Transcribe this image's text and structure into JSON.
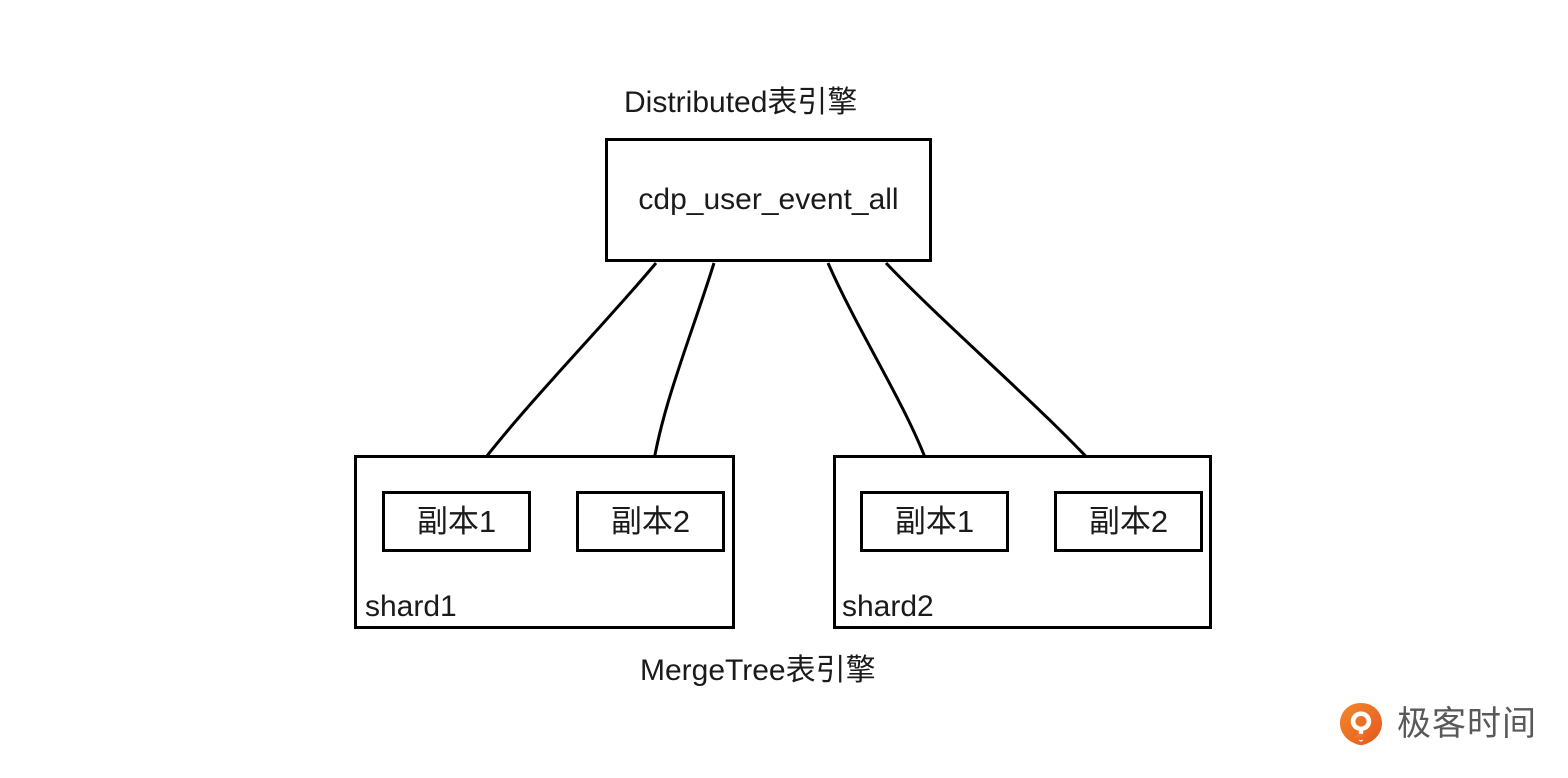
{
  "diagram": {
    "background_color": "#ffffff",
    "stroke_color": "#000000",
    "text_color": "#1a1a1a",
    "top_title": "Distributed表引擎",
    "bottom_caption": "MergeTree表引擎",
    "distributed_table": {
      "name": "cdp_user_event_all"
    },
    "shards": [
      {
        "label": "shard1",
        "replicas": [
          {
            "label": "副本1"
          },
          {
            "label": "副本2"
          }
        ]
      },
      {
        "label": "shard2",
        "replicas": [
          {
            "label": "副本1"
          },
          {
            "label": "副本2"
          }
        ]
      }
    ],
    "edges": [
      {
        "from": "cdp_user_event_all",
        "to": "shard1.副本1",
        "style": "curved-arrow"
      },
      {
        "from": "cdp_user_event_all",
        "to": "shard1.副本2",
        "style": "curved-arrow"
      },
      {
        "from": "cdp_user_event_all",
        "to": "shard2.副本1",
        "style": "curved-arrow"
      },
      {
        "from": "cdp_user_event_all",
        "to": "shard2.副本2",
        "style": "curved-arrow"
      }
    ]
  },
  "watermark": {
    "text": "极客时间",
    "logo_icon": "geektime-logo-icon",
    "logo_color": "#ef6c22",
    "text_color": "#595959"
  }
}
